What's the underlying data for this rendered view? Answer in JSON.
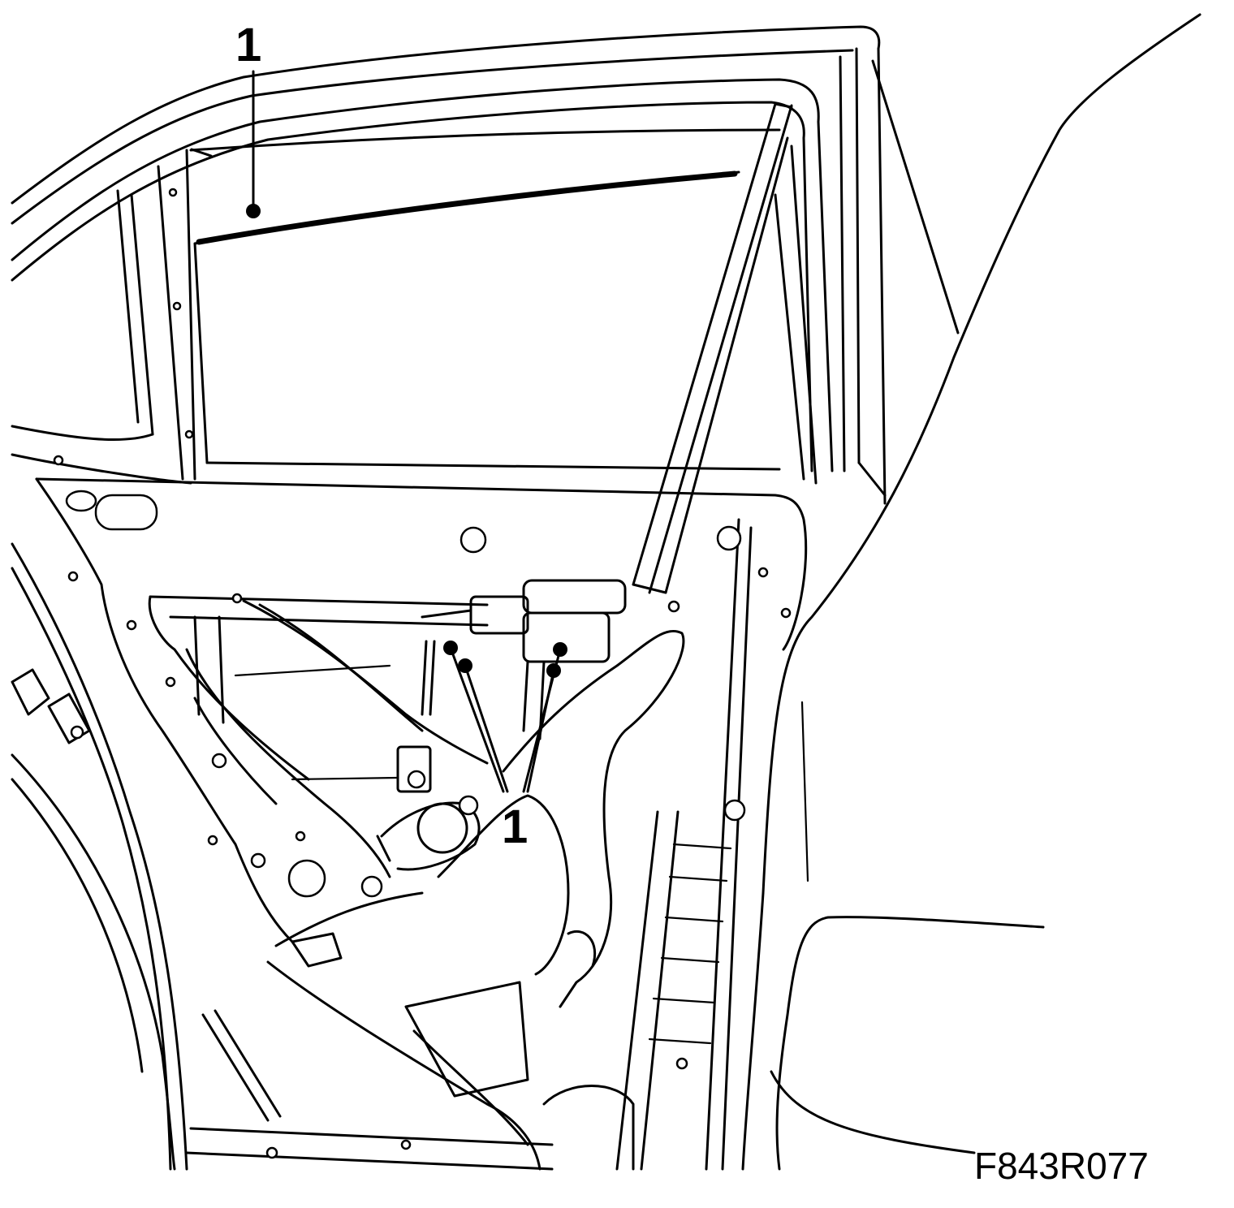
{
  "diagram": {
    "callouts": [
      {
        "label": "1"
      },
      {
        "label": "1"
      }
    ],
    "figure_code": "F843R077",
    "colors": {
      "line": "#000000",
      "background": "#ffffff"
    }
  }
}
